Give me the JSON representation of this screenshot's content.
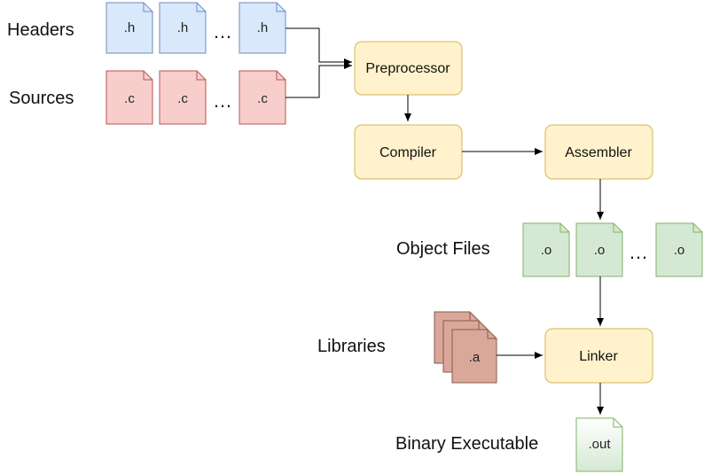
{
  "labels": {
    "headers": "Headers",
    "sources": "Sources",
    "object_files": "Object Files",
    "libraries": "Libraries",
    "binary_executable": "Binary Executable"
  },
  "files": {
    "header_ext": ".h",
    "source_ext": ".c",
    "object_ext": ".o",
    "library_ext": ".a",
    "output_ext": ".out",
    "ellipsis": "…"
  },
  "steps": {
    "preprocessor": "Preprocessor",
    "compiler": "Compiler",
    "assembler": "Assembler",
    "linker": "Linker"
  },
  "colors": {
    "header_fill": "#dae8fc",
    "header_stroke": "#6c8ebf",
    "source_fill": "#f8cecc",
    "source_stroke": "#b85450",
    "object_fill": "#d5e8d4",
    "object_stroke": "#82b366",
    "library_fill": "#d9a89a",
    "library_stroke": "#8a5a4a",
    "step_fill": "#fff2cc",
    "step_stroke": "#d6b656"
  }
}
